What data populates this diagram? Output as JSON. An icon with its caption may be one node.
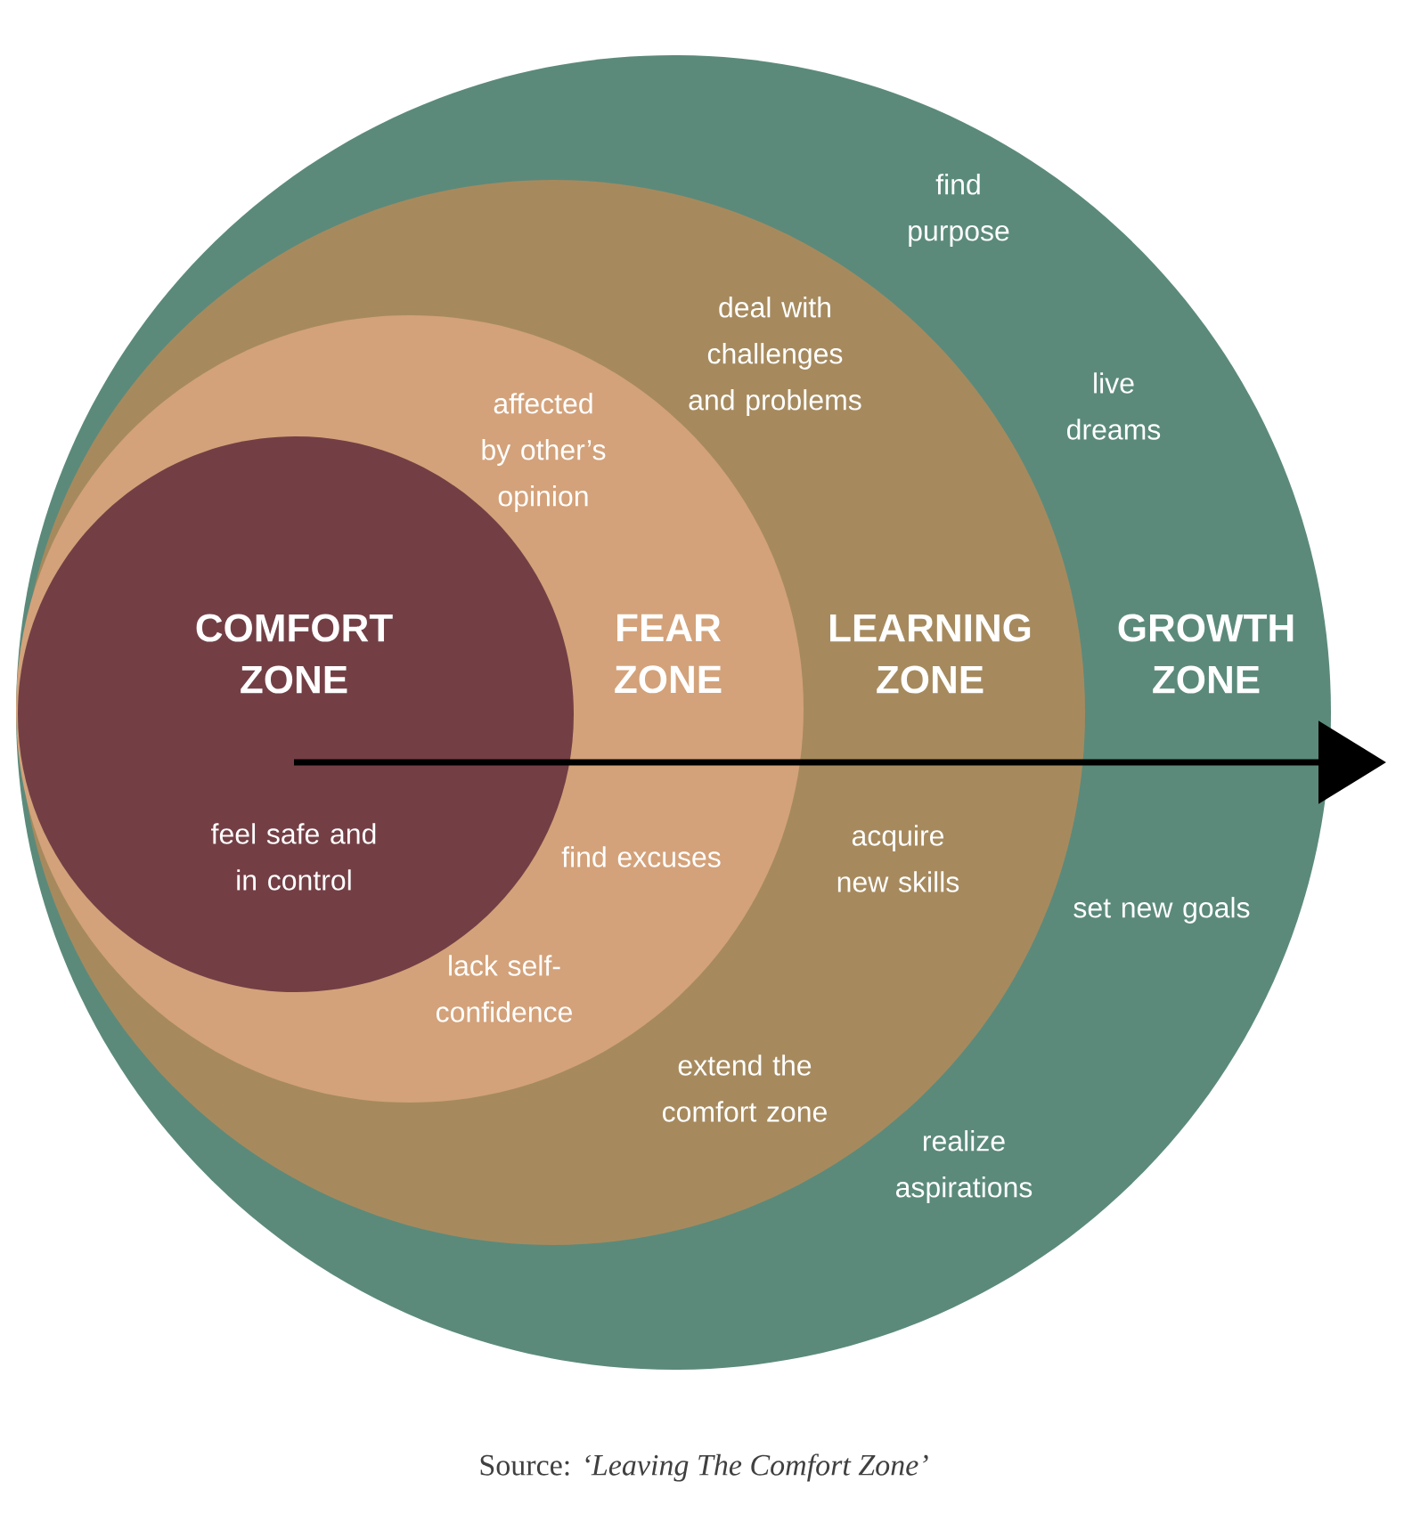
{
  "diagram": {
    "caption": "Source: *‘Leaving The Comfort Zone’*",
    "nodes": [
      {
        "text": [
          "GROWTH ZONE",
          "find purpose",
          "live dreams",
          "set new goals",
          "realize aspirations"
        ]
      },
      {
        "text": [
          "LEARNING ZONE",
          "deal with challenges and problems",
          "acquire new skills",
          "extend the comfort zone"
        ],
        "in": 0
      },
      {
        "text": [
          "FEAR ZONE",
          "affected by other’s opinion",
          "find excuses",
          "lack self-confidence"
        ],
        "in": 1
      },
      {
        "text": [
          "COMFORT ZONE",
          "feel safe and in control"
        ],
        "in": 2
      }
    ]
  }
}
